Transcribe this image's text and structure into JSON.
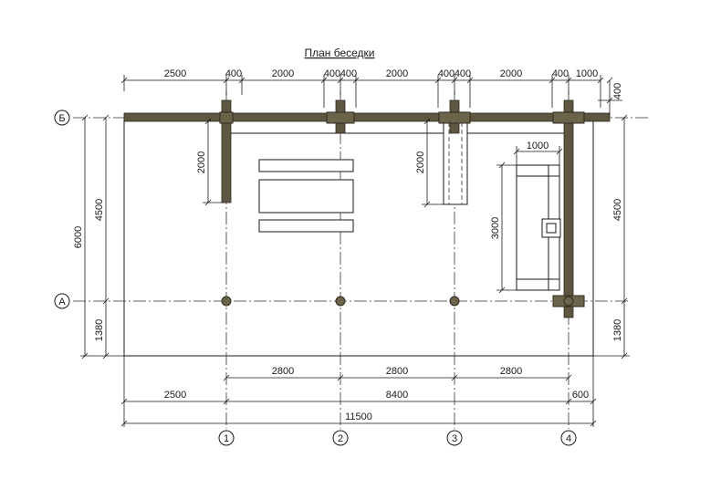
{
  "title": "План беседки",
  "axes": {
    "rows": [
      "Б",
      "А"
    ],
    "cols": [
      "1",
      "2",
      "3",
      "4"
    ]
  },
  "dims": {
    "top": [
      "2500",
      "400",
      "2000",
      "400",
      "400",
      "2000",
      "400",
      "400",
      "2000",
      "400",
      "1000"
    ],
    "top_right_vertical": "400",
    "left_total": "6000",
    "left_upper": "4500",
    "left_lower": "1380",
    "right_upper": "4500",
    "right_lower": "1380",
    "beam_left_length": "2000",
    "beam_mid_length": "2000",
    "sofa_width": "1000",
    "sofa_length": "3000",
    "bottom_spans": [
      "2800",
      "2800",
      "2800"
    ],
    "bottom_parts": [
      "2500",
      "8400",
      "600"
    ],
    "bottom_total": "11500"
  }
}
